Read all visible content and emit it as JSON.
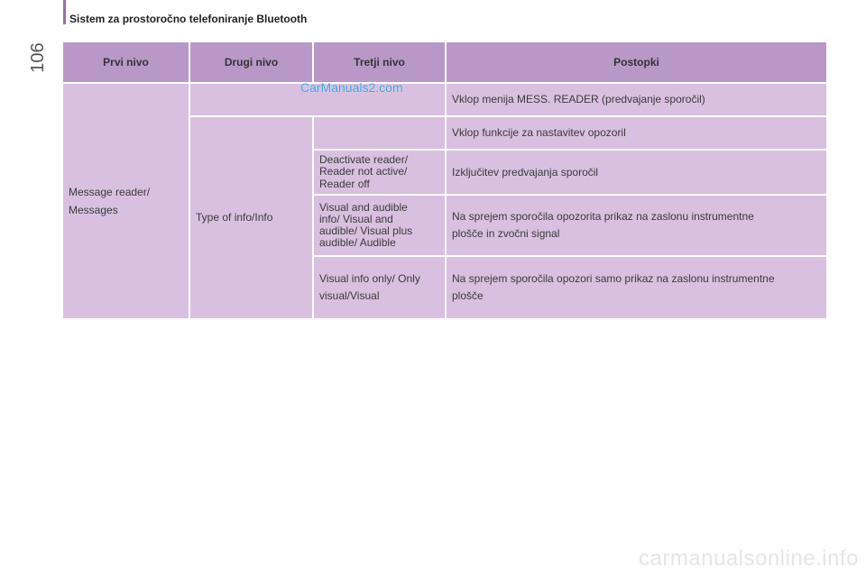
{
  "page": {
    "number": "106",
    "section_title": "Sistem za prostoročno telefoniranje Bluetooth"
  },
  "table": {
    "headers": [
      "Prvi nivo",
      "Drugi nivo",
      "Tretji nivo",
      "Postopki"
    ],
    "level1": "Message reader/\nMessages",
    "level2": "Type of info/Info",
    "rows": [
      {
        "level3": "",
        "procedure": "Vklop menija MESS. READER (predvajanje sporočil)"
      },
      {
        "level3": "",
        "procedure": "Vklop funkcije za nastavitev opozoril"
      },
      {
        "level3": "Deactivate reader/\nReader not active/\nReader off",
        "procedure": "Izključitev predvajanja sporočil"
      },
      {
        "level3": "Visual and audible\ninfo/ Visual and\naudible/ Visual plus\naudible/ Audible",
        "procedure": "Na sprejem sporočila opozorita prikaz na zaslonu instrumentne\nplošče in zvočni signal"
      },
      {
        "level3": "Visual info only/ Only\nvisual/Visual",
        "procedure": "Na sprejem sporočila opozori samo prikaz na zaslonu instrumentne\nplošče"
      }
    ]
  },
  "watermarks": {
    "top": "CarManuals2.com",
    "bottom": "carmanualsonline.info"
  },
  "colors": {
    "accent": "#9a6fab",
    "header_bg": "#b998c8",
    "cell_bg": "#d9c0e0"
  }
}
